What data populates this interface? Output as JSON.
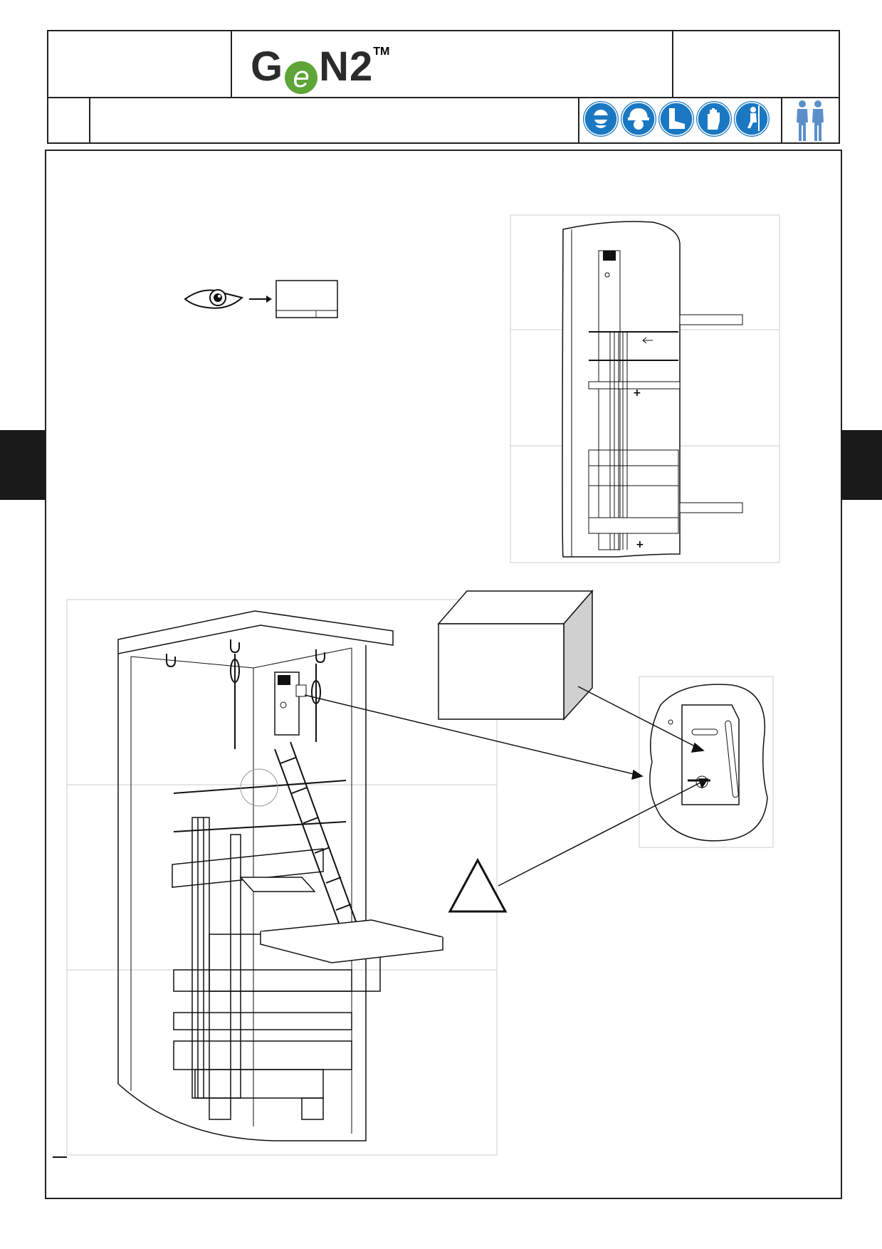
{
  "header": {
    "logo_text": "GeN2",
    "logo_letters": [
      "G",
      "e",
      "N2"
    ],
    "logo_tm": "TM",
    "ppe_icons": [
      "safety-glasses-icon",
      "hard-hat-icon",
      "safety-boots-icon",
      "gloves-icon",
      "harness-icon"
    ],
    "workers_icon": "two-workers-icon",
    "colors": {
      "logo_green": "#5ea437",
      "ppe_blue": "#1a78c2",
      "workers_blue": "#5b8fc9"
    }
  }
}
